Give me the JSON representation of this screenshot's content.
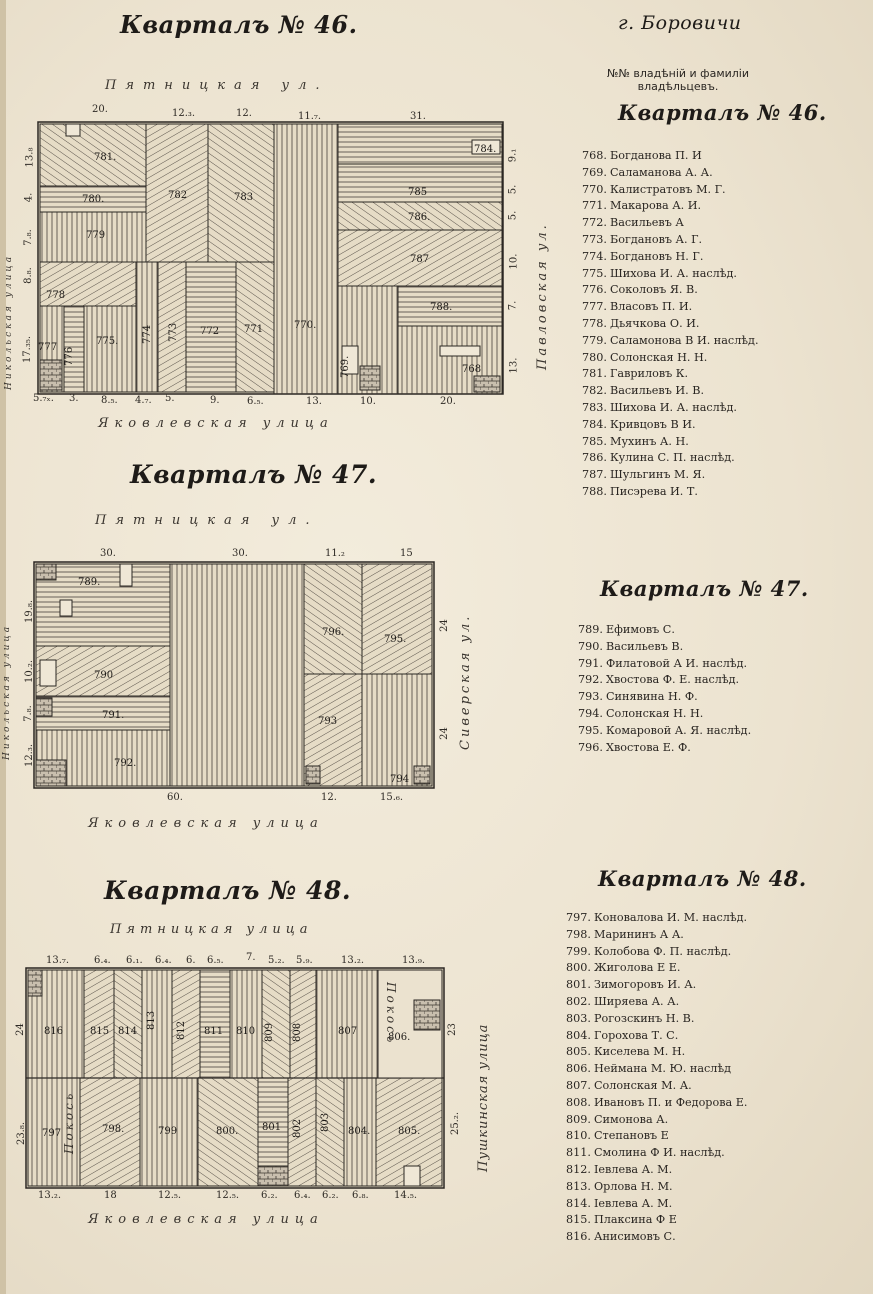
{
  "town": "г. Боровичи",
  "list_header": "№№ владѣній и фамиліи владѣльцевъ.",
  "blocks": [
    {
      "title": "Кварталъ № 46.",
      "list_title": "Кварталъ № 46.",
      "streets": {
        "top": "Пятницкая ул.",
        "bottom": "Яковлевская улица",
        "right": "Павловская ул.",
        "left": "Никольская улица"
      },
      "top_dims": [
        "20.",
        "12.₃.",
        "12.",
        "11.₇.",
        "31."
      ],
      "bottom_dims": [
        "5.₇ₓ.",
        "3.",
        "8.₅.",
        "4.₇.",
        "5.",
        "9.",
        "6.₅.",
        "13.",
        "10.",
        "20."
      ],
      "left_dims": [
        "13.₈",
        "4.",
        "7.₈.",
        "8.₈.",
        "17.₃₅."
      ],
      "right_dims": [
        "9.₁",
        "5.",
        "5.",
        "10.",
        "7.",
        "13."
      ],
      "parcels": [
        {
          "num": "768",
          "owner": "Богданова П. И"
        },
        {
          "num": "769",
          "owner": "Саламанова А. А."
        },
        {
          "num": "770",
          "owner": "Калистратовъ М. Г."
        },
        {
          "num": "771",
          "owner": "Макарова А. И."
        },
        {
          "num": "772",
          "owner": "Васильевъ А"
        },
        {
          "num": "773",
          "owner": "Богдановъ А. Г."
        },
        {
          "num": "774",
          "owner": "Богдановъ Н. Г."
        },
        {
          "num": "775",
          "owner": "Шихова И. А. наслѣд."
        },
        {
          "num": "776",
          "owner": "Соколовъ Я. В."
        },
        {
          "num": "777",
          "owner": "Власовъ П. И."
        },
        {
          "num": "778",
          "owner": "Дьячкова О. И."
        },
        {
          "num": "779",
          "owner": "Саламонова В И. наслѣд."
        },
        {
          "num": "780",
          "owner": "Солонская Н. Н."
        },
        {
          "num": "781",
          "owner": "Гавриловъ К."
        },
        {
          "num": "782",
          "owner": "Васильевъ И. В."
        },
        {
          "num": "783",
          "owner": "Шихова И. А. наслѣд."
        },
        {
          "num": "784",
          "owner": "Кривцовъ В И."
        },
        {
          "num": "785",
          "owner": "Мухинъ А. Н."
        },
        {
          "num": "786",
          "owner": "Кулина С. П. наслѣд."
        },
        {
          "num": "787",
          "owner": "Шульгинъ М. Я."
        },
        {
          "num": "788",
          "owner": "Писэрева И. Т."
        }
      ]
    },
    {
      "title": "Кварталъ № 47.",
      "list_title": "Кварталъ № 47.",
      "streets": {
        "top": "Пятницкая ул.",
        "bottom": "Яковлевская улица",
        "right": "Сиверская ул.",
        "left": "Никольская улица"
      },
      "top_dims": [
        "30.",
        "30.",
        "11.₂",
        "15"
      ],
      "bottom_dims": [
        "60.",
        "12.",
        "15.₆."
      ],
      "left_dims": [
        "19.₈.",
        "10.₂.",
        "7.₈.",
        "12.₃."
      ],
      "right_dims": [
        "24",
        "24"
      ],
      "parcels": [
        {
          "num": "789",
          "owner": "Ефимовъ С."
        },
        {
          "num": "790",
          "owner": "Васильевъ В."
        },
        {
          "num": "791",
          "owner": "Филатовой А И. наслѣд."
        },
        {
          "num": "792",
          "owner": "Хвостова Ф. Е. наслѣд."
        },
        {
          "num": "793",
          "owner": "Синявина Н. Ф."
        },
        {
          "num": "794",
          "owner": "Солонская Н. Н."
        },
        {
          "num": "795",
          "owner": "Комаровой А. Я. наслѣд."
        },
        {
          "num": "796",
          "owner": "Хвостова Е. Ф."
        }
      ]
    },
    {
      "title": "Кварталъ № 48.",
      "list_title": "Кварталъ № 48.",
      "streets": {
        "top": "Пятницкая улица",
        "bottom": "Яковлевская улица",
        "right": "Пушкинская улица",
        "inner_left": "Покось",
        "inner_right": "Покось"
      },
      "top_dims": [
        "13.₇.",
        "6.₄.",
        "6.₁.",
        "6.₄.",
        "6.",
        "6.₅.",
        "7.",
        "5.₂.",
        "5.₉.",
        "13.₂.",
        "13.₉."
      ],
      "bottom_dims": [
        "13.₂.",
        "18",
        "12.₅.",
        "12.₅.",
        "6.₂.",
        "6.₄.",
        "6.₂.",
        "6.₈.",
        "14.₅."
      ],
      "left_dims": [
        "24",
        "23.₈."
      ],
      "right_dims": [
        "23",
        "25.₂."
      ],
      "parcels": [
        {
          "num": "797",
          "owner": "Коновалова И. М. наслѣд."
        },
        {
          "num": "798",
          "owner": "Марининъ А А."
        },
        {
          "num": "799",
          "owner": "Колобова Ф. П. наслѣд."
        },
        {
          "num": "800",
          "owner": "Жиголова Е Е."
        },
        {
          "num": "801",
          "owner": "Зимогоровъ И. А."
        },
        {
          "num": "802",
          "owner": "Ширяева А. А."
        },
        {
          "num": "803",
          "owner": "Рогозскинъ Н. В."
        },
        {
          "num": "804",
          "owner": "Горохова Т. С."
        },
        {
          "num": "805",
          "owner": "Киселева М. Н."
        },
        {
          "num": "806",
          "owner": "Неймана М. Ю. наслѣд"
        },
        {
          "num": "807",
          "owner": "Солонская М. А."
        },
        {
          "num": "808",
          "owner": "Ивановъ П. и Федорова Е."
        },
        {
          "num": "809",
          "owner": "Симонова А."
        },
        {
          "num": "810",
          "owner": "Степановъ Е"
        },
        {
          "num": "811",
          "owner": "Смолина Ф И. наслѣд."
        },
        {
          "num": "812",
          "owner": "Іевлева А. М."
        },
        {
          "num": "813",
          "owner": "Орлова Н. М."
        },
        {
          "num": "814",
          "owner": "Іевлева А. М."
        },
        {
          "num": "815",
          "owner": "Плаксина Ф Е"
        },
        {
          "num": "816",
          "owner": "Анисимовъ С."
        }
      ]
    }
  ]
}
